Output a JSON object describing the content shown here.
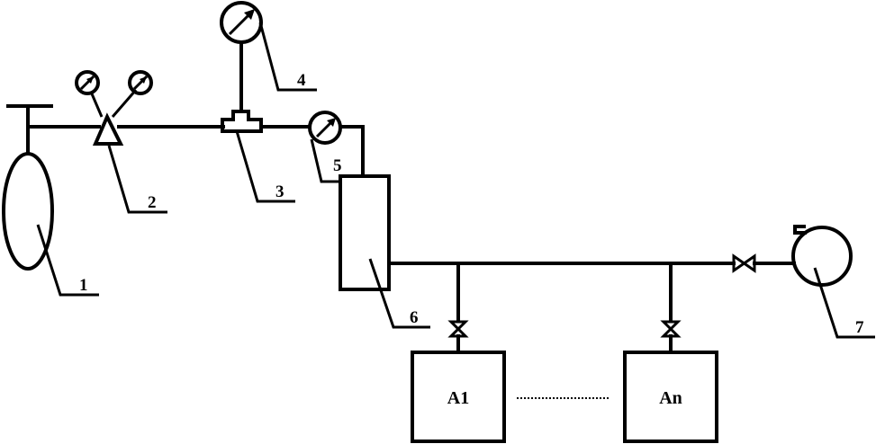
{
  "diagram": {
    "type": "gas piping schematic",
    "components": [
      {
        "id": "1",
        "label": "1",
        "kind": "gas cylinder"
      },
      {
        "id": "2",
        "label": "2",
        "kind": "pressure regulator with two gauges"
      },
      {
        "id": "3",
        "label": "3",
        "kind": "tee fitting"
      },
      {
        "id": "4",
        "label": "4",
        "kind": "pressure gauge"
      },
      {
        "id": "5",
        "label": "5",
        "kind": "flow meter"
      },
      {
        "id": "6",
        "label": "6",
        "kind": "mixing chamber"
      },
      {
        "id": "7",
        "label": "7",
        "kind": "pump / fan"
      }
    ],
    "vessels": [
      {
        "label": "A1"
      },
      {
        "label": "An"
      }
    ],
    "ellipsis": "......................",
    "colors": {
      "line": "#000000",
      "background": "#ffffff"
    }
  }
}
